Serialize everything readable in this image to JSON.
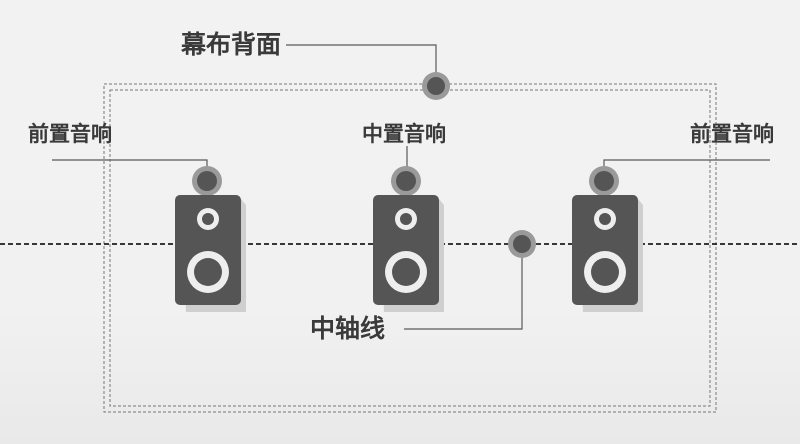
{
  "labels": {
    "screen_back": "幕布背面",
    "front_left": "前置音响",
    "center": "中置音响",
    "front_right": "前置音响",
    "center_axis": "中轴线"
  },
  "colors": {
    "background": "#f2f2f2",
    "speaker_body": "#555555",
    "speaker_shadow": "#cfcfcf",
    "driver_ring": "#eeeeee",
    "marker_outer": "#9a9a9a",
    "marker_inner": "#555555",
    "line": "#5a5a5a",
    "text": "#3a3a3a"
  },
  "icons": {
    "speaker": "speaker-icon",
    "marker": "position-marker-icon"
  }
}
